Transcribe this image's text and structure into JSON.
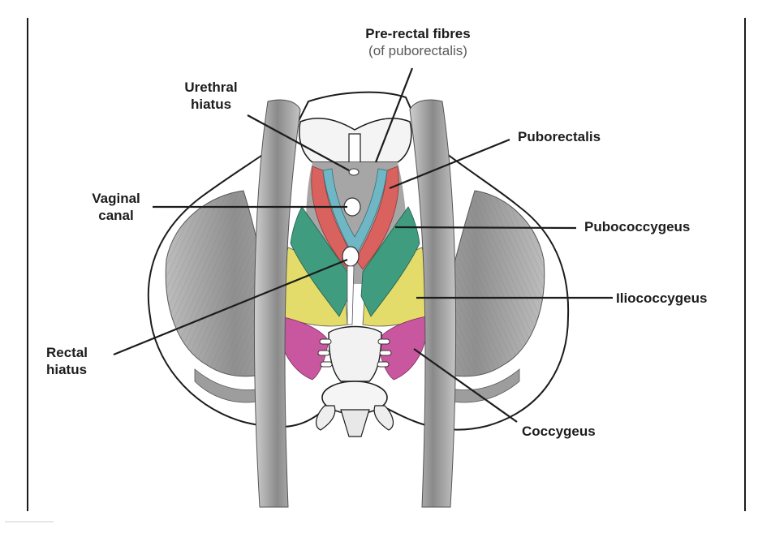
{
  "diagram": {
    "labels": {
      "prerectal_title": "Pre-rectal fibres",
      "prerectal_sub": "(of puborectalis)",
      "urethral_line1": "Urethral",
      "urethral_line2": "hiatus",
      "puborectalis": "Puborectalis",
      "vaginal_line1": "Vaginal",
      "vaginal_line2": "canal",
      "pubococcygeus": "Pubococcygeus",
      "iliococcygeus": "Iliococcygeus",
      "rectal_line1": "Rectal",
      "rectal_line2": "hiatus",
      "coccygeus": "Coccygeus"
    },
    "colors": {
      "puborectalis": "#d9625f",
      "prerectal": "#6fb7c4",
      "pubococcygeus": "#3f9c7f",
      "iliococcygeus": "#e3dc6a",
      "coccygeus": "#c9579f",
      "muscle_grey": "#9a9a9a",
      "outline": "#1c1c1c"
    }
  }
}
